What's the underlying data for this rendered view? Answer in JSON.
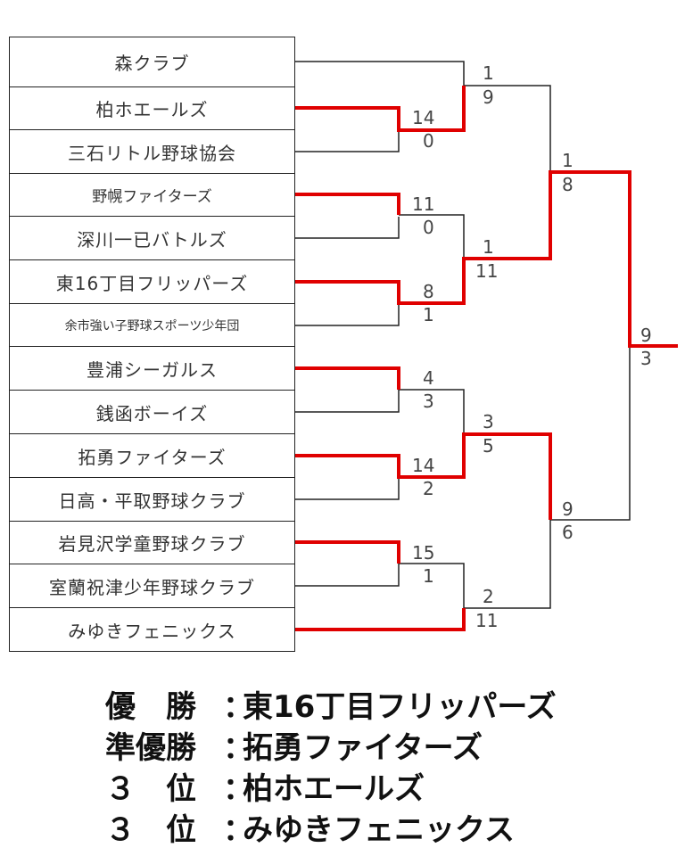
{
  "teams": [
    {
      "name": "森クラブ"
    },
    {
      "name": "柏ホエールズ"
    },
    {
      "name": "三石リトル野球協会"
    },
    {
      "name": "野幌ファイターズ"
    },
    {
      "name": "深川一已バトルズ"
    },
    {
      "name": "東16丁目フリッパーズ"
    },
    {
      "name": "余市強い子野球スポーツ少年団"
    },
    {
      "name": "豊浦シーガルス"
    },
    {
      "name": "銭函ボーイズ"
    },
    {
      "name": "拓勇ファイターズ"
    },
    {
      "name": "日高・平取野球クラブ"
    },
    {
      "name": "岩見沢学童野球クラブ"
    },
    {
      "name": "室蘭祝津少年野球クラブ"
    },
    {
      "name": "みゆきフェニックス"
    }
  ],
  "scores": {
    "r1_kashiwa_mitsuishi": [
      "14",
      "0"
    ],
    "r1_nopporo_fukagawa": [
      "11",
      "0"
    ],
    "r1_higashi16_yoichi": [
      "8",
      "1"
    ],
    "r1_toyoura_zenibako": [
      "4",
      "3"
    ],
    "r1_takuyu_hidaka": [
      "14",
      "2"
    ],
    "r1_iwamizawa_muroran": [
      "15",
      "1"
    ],
    "r2_mori_kashiwa": [
      "1",
      "9"
    ],
    "r2_nopporo_higashi16": [
      "1",
      "11"
    ],
    "r2_toyoura_takuyu": [
      "3",
      "5"
    ],
    "r2_iwamizawa_miyuki": [
      "2",
      "11"
    ],
    "sf_top": [
      "1",
      "8"
    ],
    "sf_bottom": [
      "9",
      "6"
    ],
    "final": [
      "9",
      "3"
    ]
  },
  "results": [
    {
      "label": "優　勝",
      "colon": "：",
      "team": "東16丁目フリッパーズ"
    },
    {
      "label": "準優勝",
      "colon": "：",
      "team": "拓勇ファイターズ"
    },
    {
      "label": "３　位",
      "colon": "：",
      "team": "柏ホエールズ"
    },
    {
      "label": "３　位",
      "colon": "：",
      "team": "みゆきフェニックス"
    }
  ],
  "colors": {
    "winner_line": "#e00000",
    "loser_line": "#222222",
    "box_border": "#222222"
  }
}
